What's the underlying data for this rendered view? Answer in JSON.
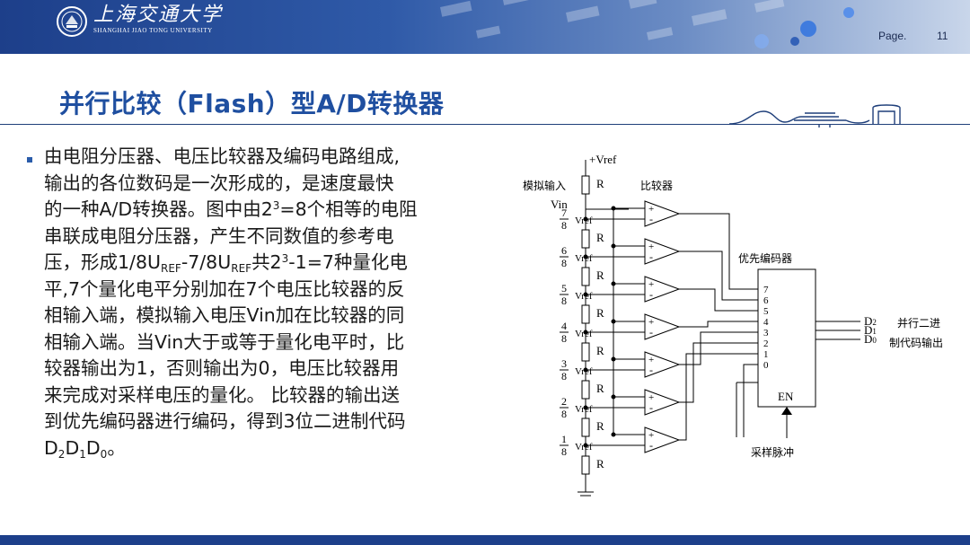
{
  "header": {
    "logo_cn": "上海交通大学",
    "logo_en": "SHANGHAI JIAO TONG UNIVERSITY",
    "page_label": "Page.",
    "page_number": "11",
    "colors": {
      "bar": "#1d3f8a",
      "title": "#1f4fa0"
    }
  },
  "slide": {
    "title": "并行比较（Flash）型A/D转换器",
    "para": {
      "l1": "由电阻分压器、电压比较器及编码电路组成,",
      "l2": "输出的各位数码是一次形成的，是速度最快",
      "l3a": "的一种A/D转换器。图中由2",
      "l3sup": "3",
      "l3b": "=8个相等的电阻",
      "l4": "串联成电阻分压器，产生不同数值的参考电",
      "l5a": "压，形成1/8U",
      "l5sub1": "REF",
      "l5b": "-7/8U",
      "l5sub2": "REF",
      "l5c": "共2",
      "l5sup": "3",
      "l5d": "-1=7种量化电",
      "l6": "平,7个量化电平分别加在7个电压比较器的反",
      "l7": "相输入端，模拟输入电压Vin加在比较器的同",
      "l8": "相输入端。当Vin大于或等于量化电平时，比",
      "l9": "较器输出为1，否则输出为0，电压比较器用",
      "l10": "来完成对采样电压的量化。 比较器的输出送",
      "l11": "到优先编码器进行编码，得到3位二进制代码",
      "l12a": "D",
      "l12s1": "2",
      "l12b": "D",
      "l12s2": "1",
      "l12c": "D",
      "l12s3": "0",
      "l12d": "。"
    }
  },
  "circuit": {
    "vref_top": "+Vref",
    "analog_input": "模拟输入",
    "vin": "Vin",
    "comparator_label": "比较器",
    "resistor": "R",
    "vref": "Vref",
    "denominator": "8",
    "taps": [
      "7",
      "6",
      "5",
      "4",
      "3",
      "2",
      "1"
    ],
    "plus": "+",
    "minus": "-",
    "encoder_label": "优先编码器",
    "encoder_inputs": [
      "7",
      "6",
      "5",
      "4",
      "3",
      "2",
      "1",
      "0"
    ],
    "enable": "EN",
    "outputs": [
      "D2",
      "D1",
      "D0"
    ],
    "out_base": "D",
    "out_subs": [
      "2",
      "1",
      "0"
    ],
    "output_label_1": "并行二进",
    "output_label_2": "制代码输出",
    "sample_pulse": "采样脉冲"
  }
}
